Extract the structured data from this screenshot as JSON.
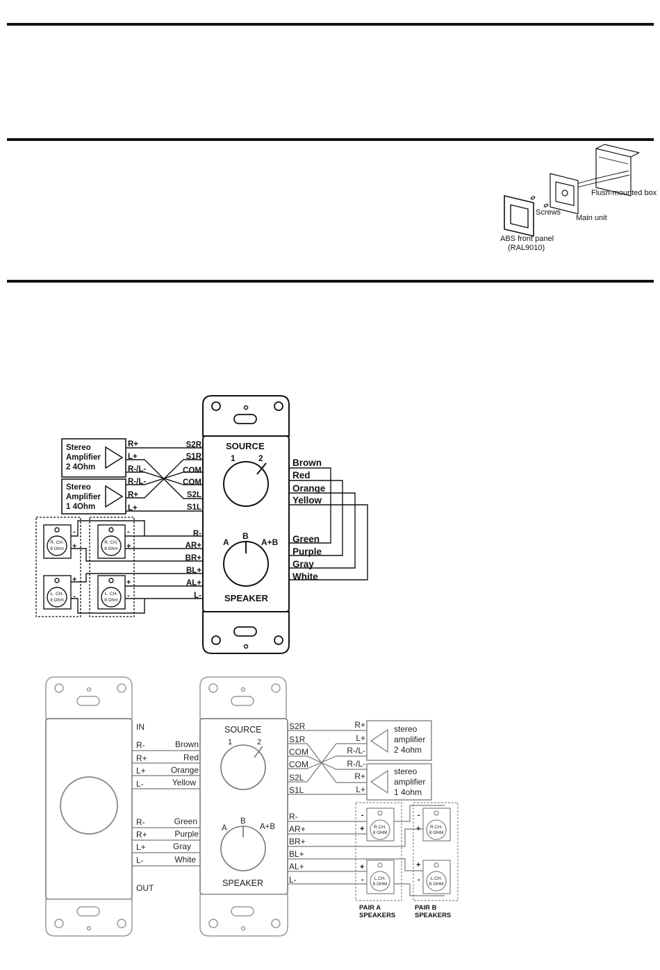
{
  "install": {
    "flush_box": "Flush-mounted box",
    "screws": "Screws",
    "main_unit": "Main unit",
    "front_panel_1": "ABS front panel",
    "front_panel_2": "(RAL9010)"
  },
  "d1": {
    "source": "SOURCE",
    "speaker": "SPEAKER",
    "src1": "1",
    "src2": "2",
    "spkA": "A",
    "spkB": "B",
    "spkAB": "A+B",
    "amp2": [
      "Stereo",
      "Amplifier",
      "2  4Ohm"
    ],
    "amp1": [
      "Stereo",
      "Amplifier",
      "1  4Ohm"
    ],
    "amp2_pins": [
      "R+",
      "L+",
      "R-/L-"
    ],
    "amp1_pins": [
      "R-/L-",
      "R+",
      "L+"
    ],
    "src_terms": [
      "S2R",
      "S1R",
      "COM",
      "COM",
      "S2L",
      "S1L"
    ],
    "spk_terms": [
      "R-",
      "AR+",
      "BR+",
      "BL+",
      "AL+",
      "L-"
    ],
    "out_top": [
      "Brown",
      "Red",
      "Orange",
      "Yellow"
    ],
    "out_bot": [
      "Green",
      "Purple",
      "Gray",
      "White"
    ],
    "rch_1": "R. CH.",
    "rch_2": "8 Ohm",
    "lch_1": "L. CH.",
    "lch_2": "8 Ohm",
    "minus": "-",
    "plus": "+"
  },
  "d2": {
    "in": "IN",
    "out": "OUT",
    "source": "SOURCE",
    "speaker": "SPEAKER",
    "src1": "1",
    "src2": "2",
    "spkA": "A",
    "spkB": "B",
    "spkAB": "A+B",
    "left_top_terms": [
      "R-",
      "R+",
      "L+",
      "L-"
    ],
    "left_top_colors": [
      "Brown",
      "Red",
      "Orange",
      "Yellow"
    ],
    "left_bot_terms": [
      "R-",
      "R+",
      "L+",
      "L-"
    ],
    "left_bot_colors": [
      "Green",
      "Purple",
      "Gray",
      "White"
    ],
    "src_terms": [
      "S2R",
      "S1R",
      "COM",
      "COM",
      "S2L",
      "S1L"
    ],
    "amp_pins_2": [
      "R+",
      "L+",
      "R-/L-"
    ],
    "amp_pins_1": [
      "R-/L-",
      "R+",
      "L+"
    ],
    "amp2": [
      "stereo",
      "amplifier",
      "2  4ohm"
    ],
    "amp1": [
      "stereo",
      "amplifier",
      "1  4ohm"
    ],
    "spk_terms": [
      "R-",
      "AR+",
      "BR+",
      "BL+",
      "AL+",
      "L-"
    ],
    "rch_1": "R.CH.",
    "rch_2": "8 OHM",
    "lch_1": "L.CH.",
    "lch_2": "8 OHM",
    "pairA_1": "PAIR A",
    "pairA_2": "SPEAKERS",
    "pairB_1": "PAIR B",
    "pairB_2": "SPEAKERS",
    "minus": "-",
    "plus": "+"
  }
}
